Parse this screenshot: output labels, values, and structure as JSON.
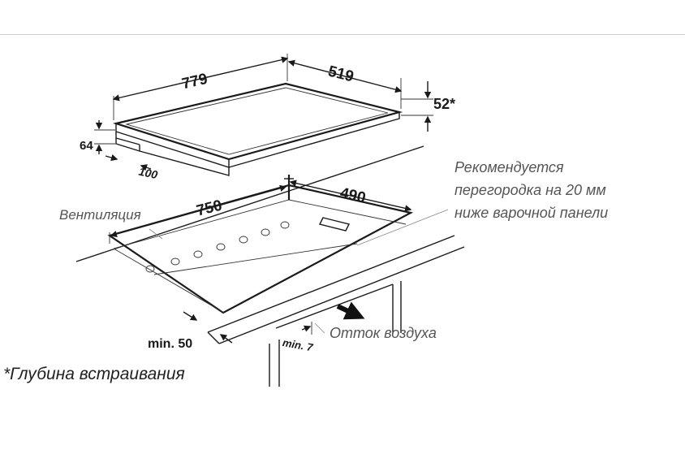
{
  "dimensions": {
    "hob_width": "779",
    "hob_depth": "519",
    "hob_height": "52*",
    "front_height": "64",
    "front_offset": "100",
    "cutout_width": "750",
    "cutout_depth": "490",
    "min_front_gap": "min. 50",
    "min_rear_gap": "min. 7"
  },
  "labels": {
    "ventilation": "Вентиляция",
    "partition_note_line1": "Рекомендуется",
    "partition_note_line2": "перегородка на 20 мм",
    "partition_note_line3": "ниже варочной панели",
    "air_outflow": "Отток воздуха"
  },
  "footnote": "*Глубина встраивания",
  "colors": {
    "line": "#1a1a1a",
    "note_text": "#555555",
    "divider": "#cfcfcf"
  }
}
